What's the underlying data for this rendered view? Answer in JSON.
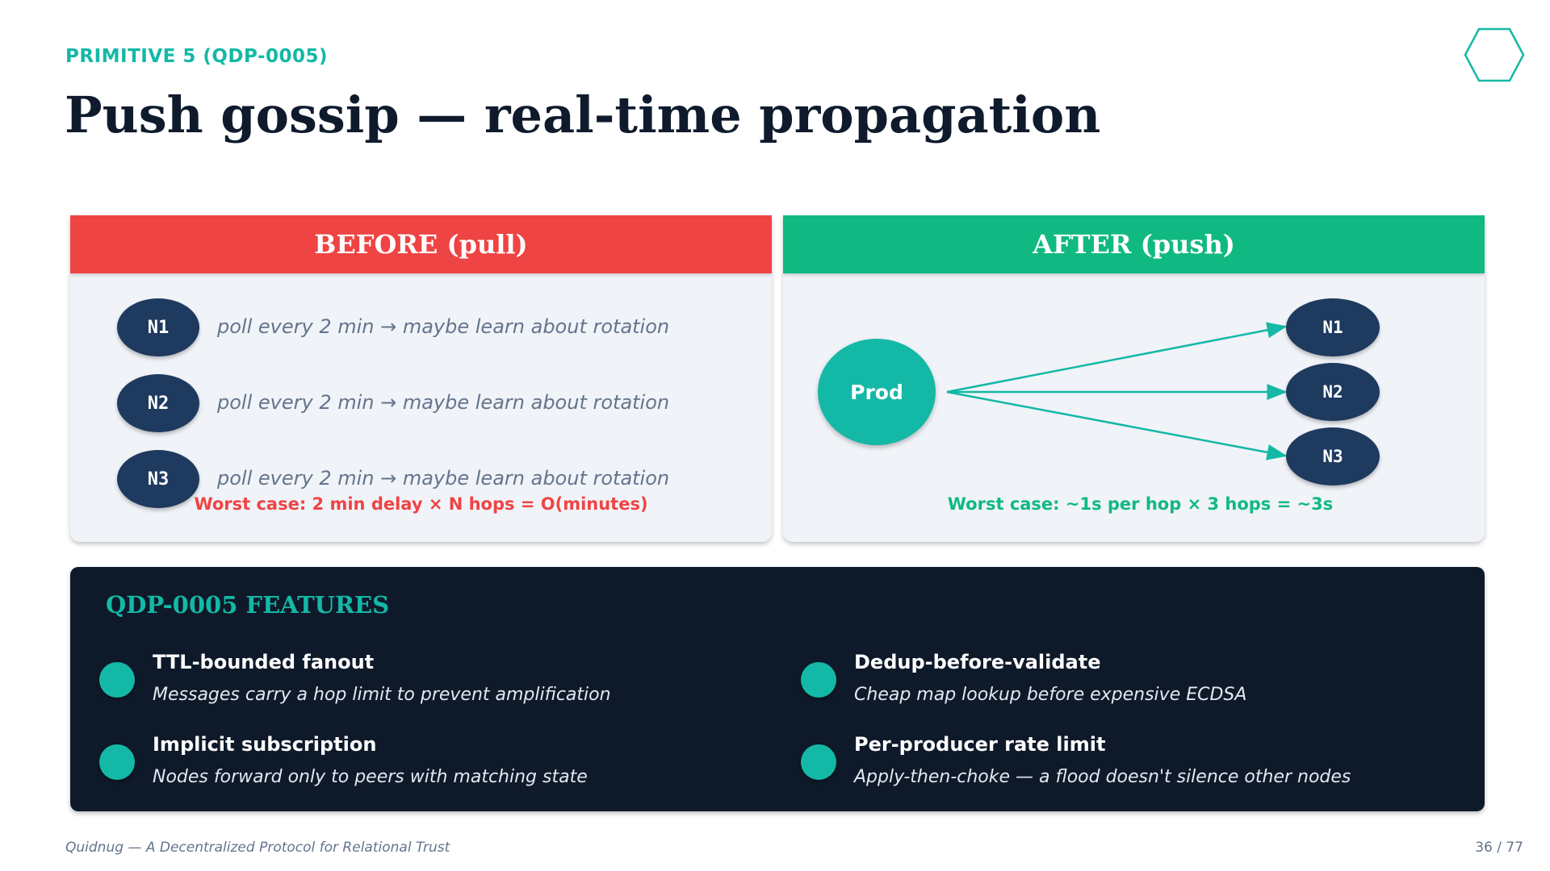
{
  "eyebrow": "PRIMITIVE 5 (QDP-0005)",
  "title": "Push gossip — real-time propagation",
  "before": {
    "heading": "BEFORE (pull)",
    "rows": [
      {
        "node": "N1",
        "text": "poll every 2 min  →  maybe learn about rotation"
      },
      {
        "node": "N2",
        "text": "poll every 2 min  →  maybe learn about rotation"
      },
      {
        "node": "N3",
        "text": "poll every 2 min  →  maybe learn about rotation"
      }
    ],
    "worst_case": "Worst case: 2 min delay × N hops = O(minutes)",
    "accent_color": "#ef4444"
  },
  "after": {
    "heading": "AFTER (push)",
    "source": "Prod",
    "targets": [
      "N1",
      "N2",
      "N3"
    ],
    "worst_case": "Worst case: ~1s per hop × 3 hops = ~3s",
    "accent_color": "#10b981"
  },
  "features": {
    "heading": "QDP-0005 FEATURES",
    "items": [
      {
        "name": "TTL-bounded fanout",
        "desc": "Messages carry a hop limit to prevent amplification"
      },
      {
        "name": "Dedup-before-validate",
        "desc": "Cheap map lookup before expensive ECDSA"
      },
      {
        "name": "Implicit subscription",
        "desc": "Nodes forward only to peers with matching state"
      },
      {
        "name": "Per-producer rate limit",
        "desc": "Apply-then-choke — a flood doesn't silence other nodes"
      }
    ]
  },
  "footer": {
    "left": "Quidnug — A Decentralized Protocol for Relational Trust",
    "right": "36 / 77"
  },
  "colors": {
    "teal": "#14b8a6",
    "navy": "#1e3a5f",
    "dark": "#0e1a2a"
  },
  "icons": {
    "logo": "hexagon-icon"
  }
}
